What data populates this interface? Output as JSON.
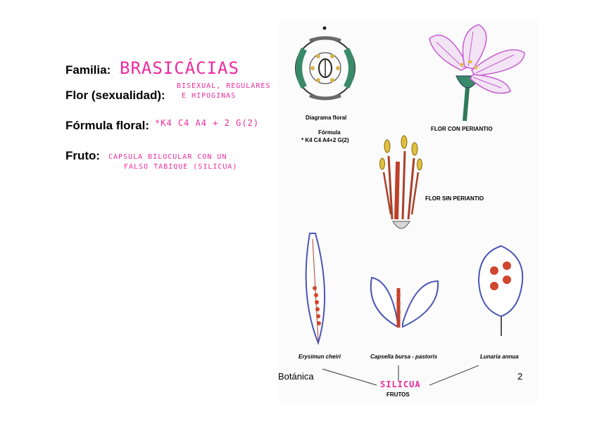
{
  "slide": {
    "familia_label": "Familia:",
    "familia_value": "BRASICÁCIAS",
    "flor_label": "Flor (sexualidad):",
    "flor_value_line1": "BISEXUAL, REGULARES",
    "flor_value_line2": "E HIPOGINAS",
    "formula_label": "Fórmula floral:",
    "formula_value": "*K4 C4 A4 + 2 G(2)",
    "fruto_label": "Fruto:",
    "fruto_value_line1": "CAPSULA BILOCULAR CON UN",
    "fruto_value_line2": "FALSO TABIQUE (SILICUA)"
  },
  "figure": {
    "diagrama_caption": "Diagrama floral",
    "formula_caption": "Fórmula",
    "formula_text": "* K4 C4 A4+2 G(2)",
    "flor_con_periantio": "FLOR CON PERIANTIO",
    "flor_sin_periantio": "FLOR SIN PERIANTIO",
    "fruit1": "Erysimun cheiri",
    "fruit2": "Capsella bursa - pastoris",
    "fruit3": "Lunaria annua",
    "silicua_annotation": "SILICUA",
    "frutos_caption": "FRUTOS"
  },
  "footer": {
    "title": "Botánica",
    "page": "2"
  },
  "colors": {
    "handwriting": "#ec2aa0",
    "petal": "#c65bd0",
    "stem": "#3a8a6a",
    "seed": "#d0462e",
    "pod_outline": "#4a55b8"
  }
}
